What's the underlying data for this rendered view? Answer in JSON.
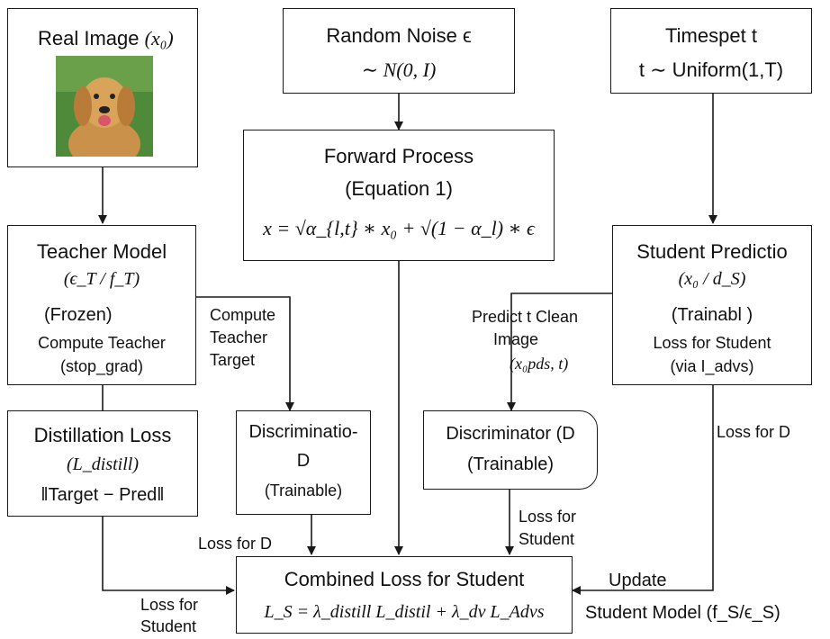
{
  "real_image": {
    "title": "Real Image",
    "symbol": "(x₀)"
  },
  "random_noise": {
    "title": "Random Noise ϵ",
    "dist": "∼ N(0, I)"
  },
  "timestep": {
    "title": "Timespet t",
    "dist": "t ∼ Uniform(1,T)"
  },
  "forward_process": {
    "title": "Forward Process",
    "subtitle": "(Equation 1)",
    "equation": "x = √α_{l,t} ∗ x₀ + √(1 − α_l) ∗ ϵ"
  },
  "teacher_model": {
    "title": "Teacher Model",
    "symbol": "(ϵ_T / f_T)",
    "frozen": "(Frozen)",
    "line1": "Compute Teacher",
    "line2": "(stop_grad)"
  },
  "student_prediction": {
    "title": "Student Predictio",
    "symbol": "(x₀ / d_S)",
    "trainable": "(Trainabl )",
    "line1": "Loss for Student",
    "line2": "(via I_advs)"
  },
  "distillation_loss": {
    "title": "Distillation Loss",
    "symbol": "(L_distill)",
    "norm": "‖Target − Pred‖"
  },
  "disc_left": {
    "line1": "Discriminatio-",
    "line2": "D",
    "line3": "(Trainable)"
  },
  "disc_right": {
    "line1": "Discriminator (D",
    "line2": "(Trainable)"
  },
  "combined_loss": {
    "title": "Combined Loss for Student",
    "equation": "L_S = λ_distill L_distil + λ_dv L_Advs"
  },
  "labels": {
    "compute_teacher_target": [
      "Compute",
      "Teacher",
      "Target"
    ],
    "predict_clean_image": [
      "Predict t  Clean",
      "Image",
      "(x₀pds, t)"
    ],
    "loss_for_d_right": "Loss for D",
    "loss_for_d_left": "Loss for D",
    "loss_for_student_mid": [
      "Loss for",
      "Student"
    ],
    "loss_for_student_bottom": [
      "Loss for",
      "Student"
    ],
    "update": "Update",
    "student_model": "Student Model (f_S/ϵ_S)"
  },
  "colors": {
    "line": "#1a1a1a",
    "dog_fur": "#c9914a",
    "grass": "#4f8a3a"
  },
  "icons": {
    "real_image_thumbnail": "golden-retriever-photo"
  }
}
